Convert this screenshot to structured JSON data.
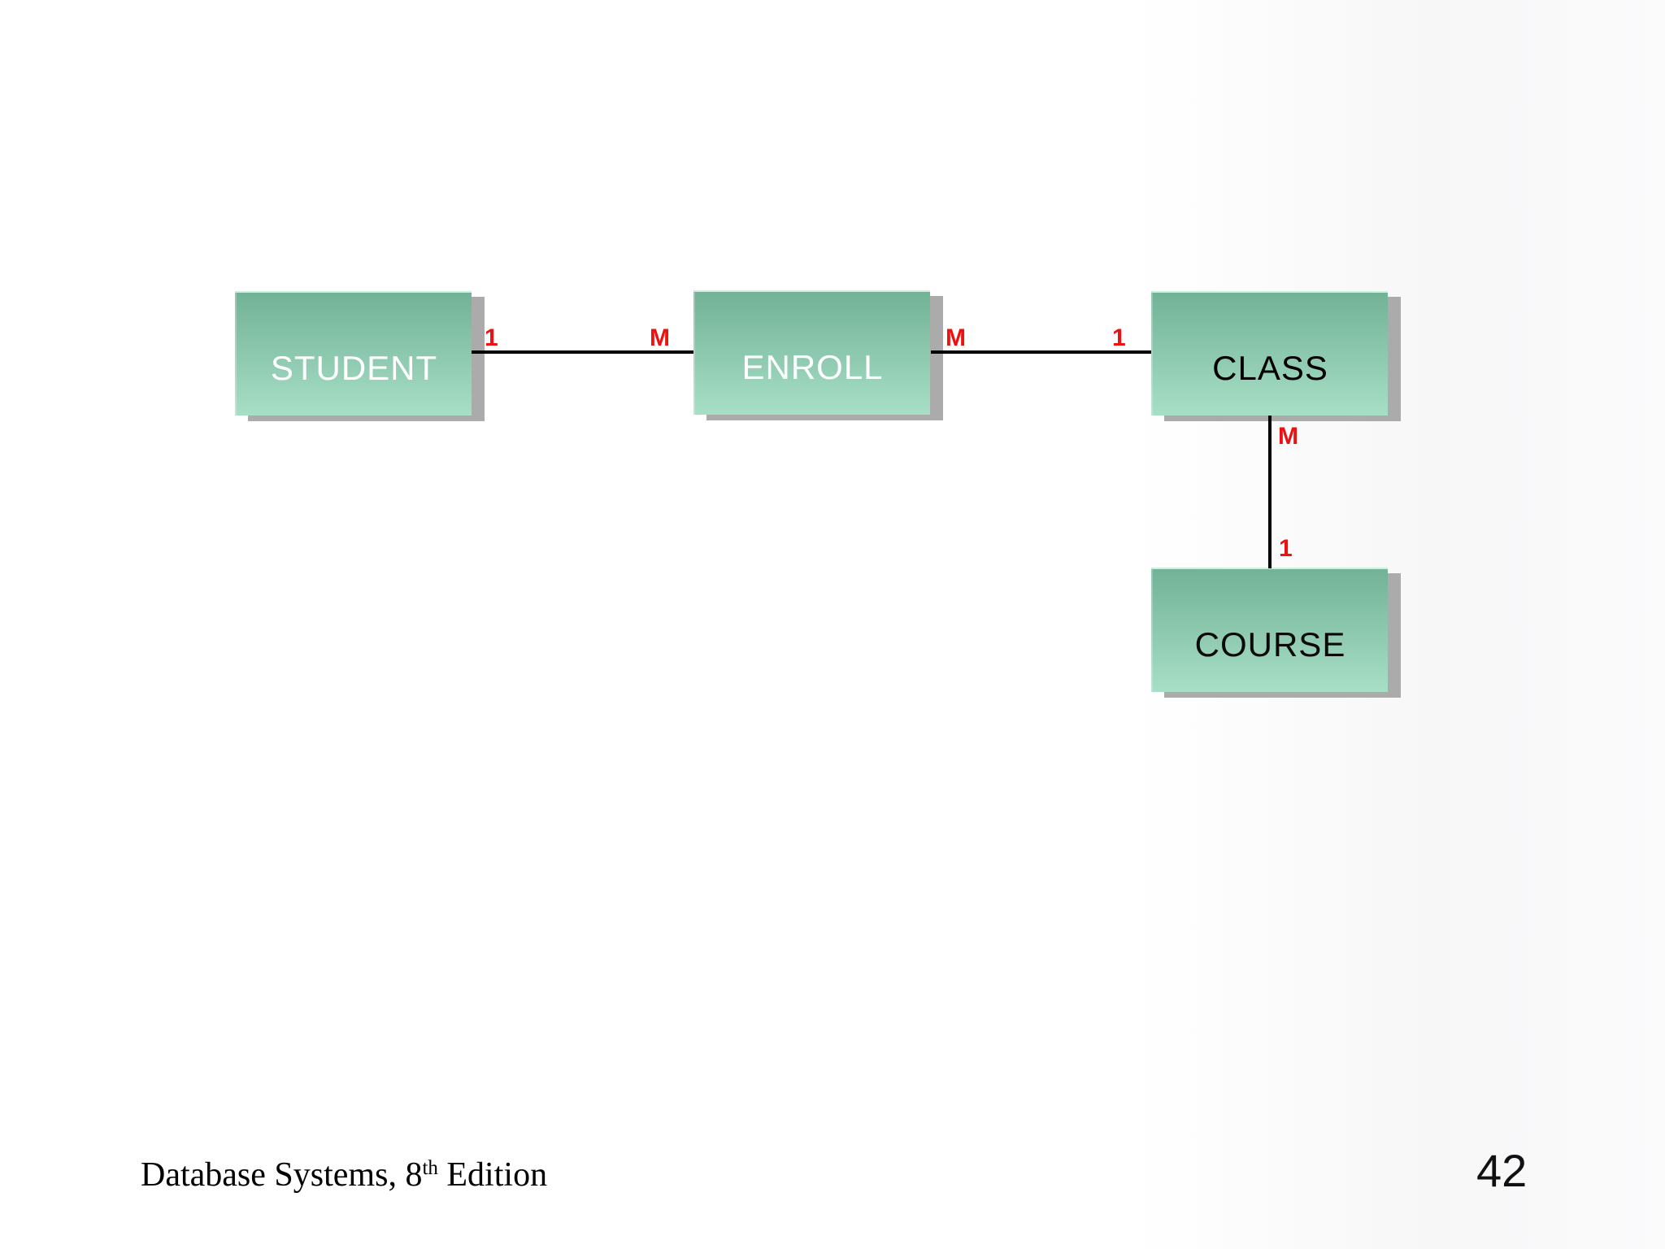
{
  "slide": {
    "footer": {
      "title_prefix": "Database Systems, 8",
      "superscript": "th",
      "title_suffix": " Edition"
    },
    "page_number": "42"
  },
  "diagram": {
    "type": "entity-relationship-diagram",
    "entities": [
      {
        "id": "student",
        "name": "STUDENT",
        "text_color": "#ffffff"
      },
      {
        "id": "enroll",
        "name": "ENROLL",
        "text_color": "#ffffff"
      },
      {
        "id": "class",
        "name": "CLASS",
        "text_color": "#000000"
      },
      {
        "id": "course",
        "name": "COURSE",
        "text_color": "#0a0a0a"
      }
    ],
    "relationships": [
      {
        "from": "STUDENT",
        "to": "ENROLL",
        "from_cardinality": "1",
        "to_cardinality": "M"
      },
      {
        "from": "ENROLL",
        "to": "CLASS",
        "from_cardinality": "M",
        "to_cardinality": "1"
      },
      {
        "from": "CLASS",
        "to": "COURSE",
        "from_cardinality": "M",
        "to_cardinality": "1"
      }
    ],
    "colors": {
      "box_gradient_top": "#72b296",
      "box_gradient_bottom": "#a7dfc6",
      "shadow": "#ababab",
      "cardinality_label": "#ee1111",
      "connector": "#000000"
    }
  }
}
